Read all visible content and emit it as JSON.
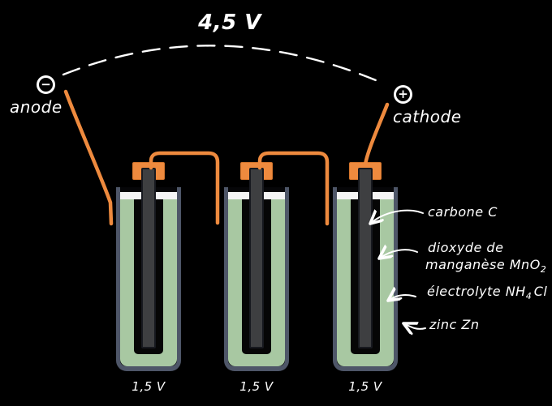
{
  "diagram": {
    "title": "4,5 V",
    "terminals": {
      "anode": {
        "symbol": "−",
        "label": "anode"
      },
      "cathode": {
        "symbol": "+",
        "label": "cathode"
      }
    },
    "batteries": [
      {
        "voltage": "1,5 V"
      },
      {
        "voltage": "1,5 V"
      },
      {
        "voltage": "1,5 V"
      }
    ],
    "labels": {
      "carbon": "carbone C",
      "mno2_line1": "dioxyde de",
      "mno2_line2_main": "manganèse MnO",
      "mno2_line2_sub": "2",
      "electrolyte_main": "électrolyte NH",
      "electrolyte_sub": "4",
      "electrolyte_tail": "Cl",
      "zinc": "zinc Zn"
    },
    "colors": {
      "background": "#000000",
      "wire_and_cap_orange": "#ee8a3e",
      "zinc_casing_slate": "#4e5668",
      "electrolyte_green": "#a8c8a2",
      "carbon_rod_gray": "#3e3f41",
      "mno2_black": "#060606",
      "text_white": "#ffffff"
    }
  }
}
